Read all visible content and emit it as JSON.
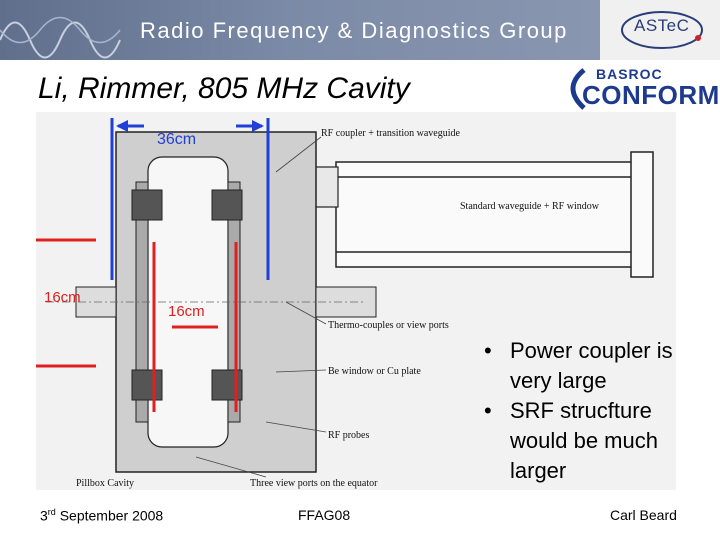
{
  "header": {
    "group_title": "Radio Frequency & Diagnostics Group",
    "org_logo_text": "ASTeC"
  },
  "slide": {
    "title": "Li, Rimmer, 805 MHz Cavity"
  },
  "partner_logo": {
    "line1": "BASROC",
    "line2": "CONFORM"
  },
  "drawing": {
    "dim_top": "36cm",
    "dim_left": "16cm",
    "dim_mid": "16cm",
    "labels": {
      "rf_coupler": "RF coupler + transition waveguide",
      "waveguide": "Standard waveguide + RF window",
      "thermo": "Thermo-couples or view ports",
      "be_window": "Be window or Cu plate",
      "rf_probes": "RF probes",
      "pillbox": "Pillbox Cavity",
      "view_ports": "Three view ports on the equator"
    },
    "colors": {
      "blue": "#1f3fd6",
      "red": "#e02020"
    }
  },
  "bullets": [
    "Power coupler is very large",
    "SRF strucfture would be much larger"
  ],
  "footer": {
    "date_prefix": "3",
    "date_sup": "rd",
    "date_rest": " September 2008",
    "event": "FFAG08",
    "author": "Carl Beard"
  }
}
